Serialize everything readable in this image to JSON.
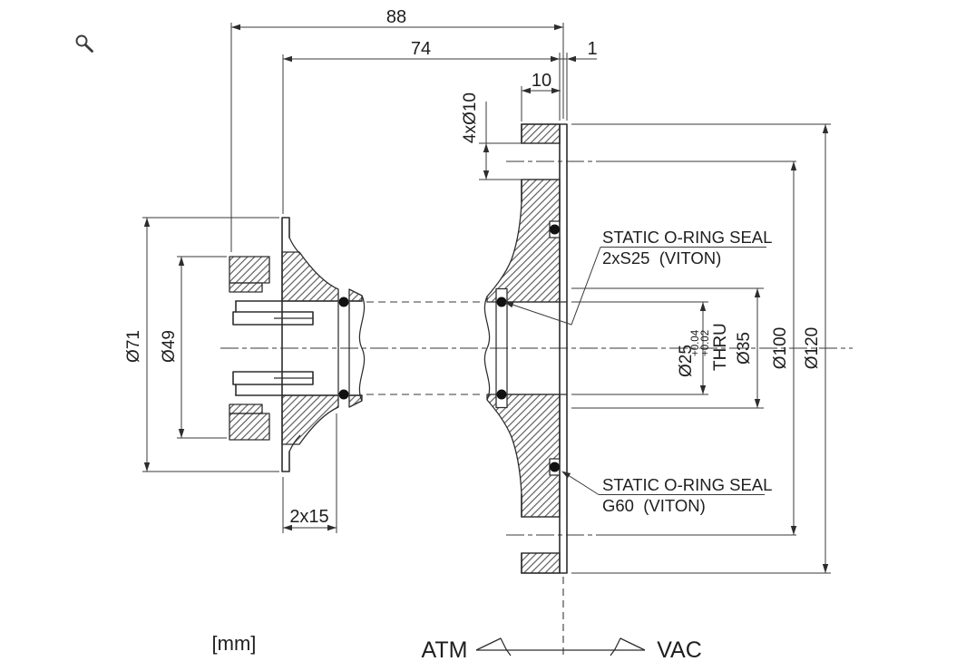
{
  "app": {
    "zoom_icon": "magnifier"
  },
  "drawing": {
    "units_label": "[mm]",
    "atmosphere_label": "ATM",
    "vacuum_label": "VAC",
    "dimensions": {
      "overall_length": "88",
      "body_length": "74",
      "face_thickness": "1",
      "flange_thickness": "10",
      "bolt_holes": "4xØ10",
      "nut_outer_dia": "Ø71",
      "nut_bore_dia": "Ø49",
      "slot_spacing": "2x15",
      "bore_dia": "Ø25",
      "bore_tol_upper": "+0.04",
      "bore_tol_lower": "+0.02",
      "bore_note": "THRU",
      "hub_dia": "Ø35",
      "bolt_circle_dia": "Ø100",
      "flange_outer_dia": "Ø120"
    },
    "callouts": {
      "seal_top": {
        "line1": "STATIC O-RING SEAL",
        "line2": "2xS25  (VITON)"
      },
      "seal_bottom": {
        "line1": "STATIC O-RING SEAL",
        "line2": "G60  (VITON)"
      }
    },
    "colors": {
      "line": "#2d2d2d",
      "background": "#ffffff",
      "oring": "#111111"
    }
  }
}
